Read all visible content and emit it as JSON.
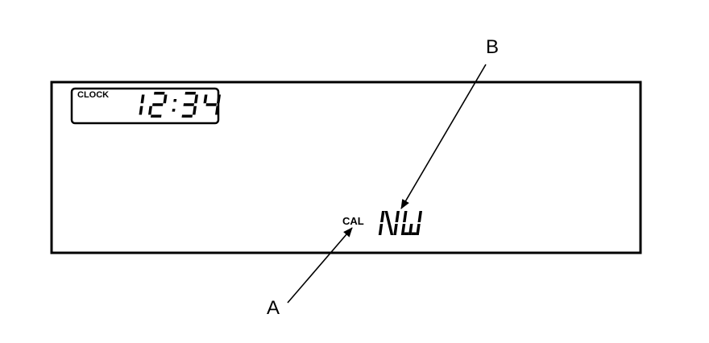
{
  "display": {
    "clock_label": "CLOCK",
    "clock_time": "12:34",
    "cal_label": "CAL",
    "compass_heading": "NW"
  },
  "callouts": {
    "a": "A",
    "b": "B"
  }
}
